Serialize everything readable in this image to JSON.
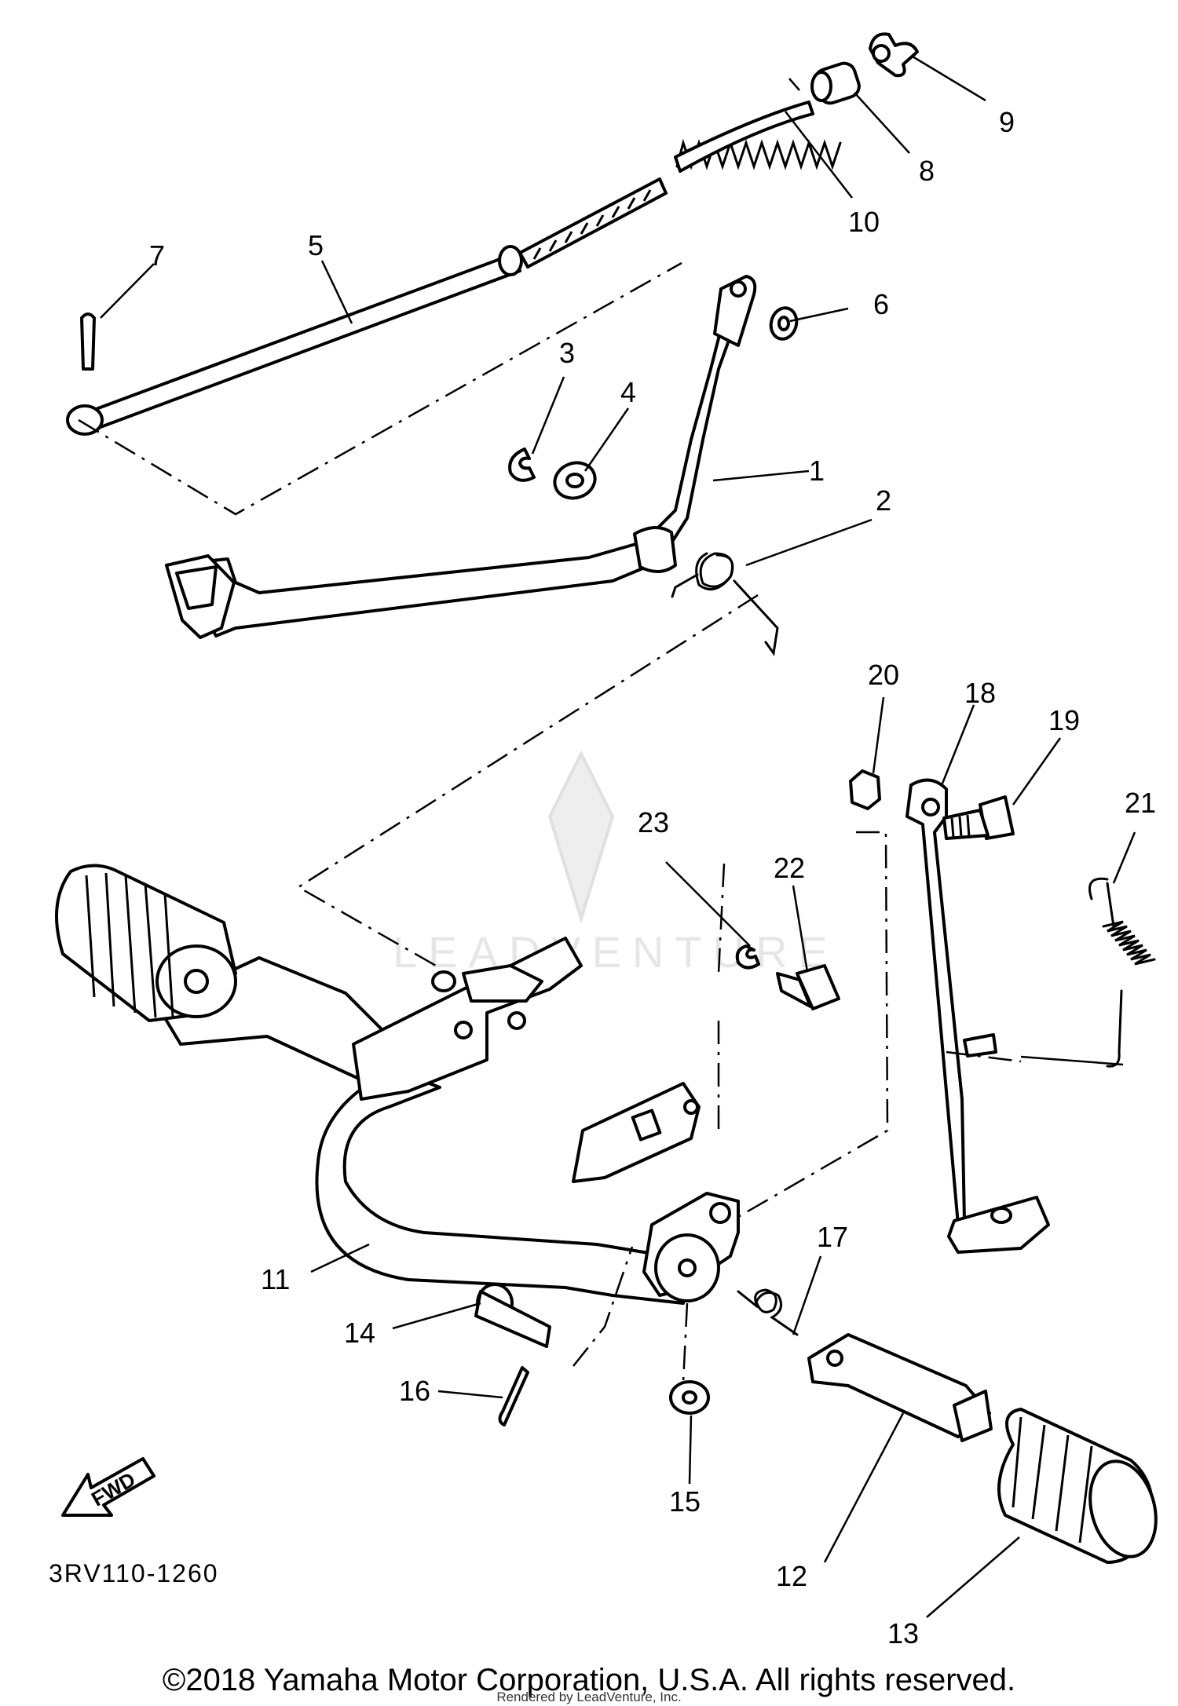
{
  "diagram": {
    "catalog_code": "3RV110-1260",
    "copyright": "©2018 Yamaha Motor Corporation, U.S.A. All rights reserved.",
    "render_credit": "Rendered by LeadVenture, Inc.",
    "watermark_text": "LEADVENTURE",
    "fwd_label": "FWD",
    "callouts": [
      "1",
      "2",
      "3",
      "4",
      "5",
      "6",
      "7",
      "8",
      "9",
      "10",
      "11",
      "12",
      "13",
      "14",
      "15",
      "16",
      "17",
      "18",
      "19",
      "20",
      "21",
      "22",
      "23"
    ]
  }
}
